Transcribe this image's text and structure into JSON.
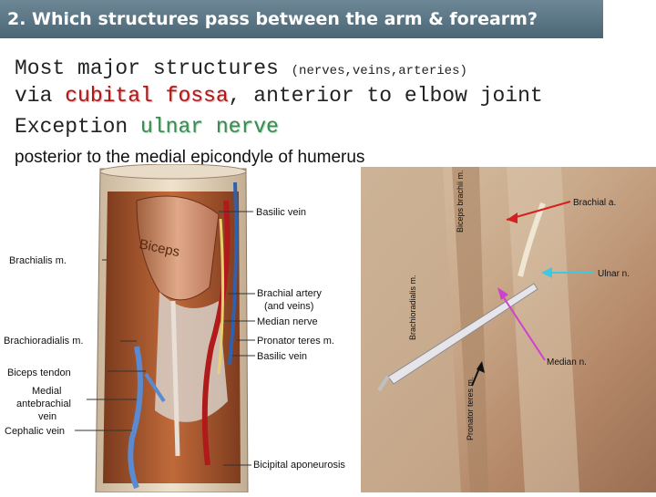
{
  "slide": {
    "title": "2. Which structures pass between the arm & forearm?",
    "line1_main": "Most major structures ",
    "line1_paren": "(nerves,veins,arteries)",
    "line2_pre": "via ",
    "line2_highlight": "cubital fossa",
    "line2_post": ", anterior to elbow joint",
    "line3_pre": "Exception ",
    "line3_highlight": "ulnar nerve",
    "line4": "posterior to the medial epicondyle of humerus"
  },
  "left_figure": {
    "biceps_muscle_text": "Biceps",
    "labels": {
      "basilic_vein_top": "Basilic vein",
      "brachialis": "Brachialis m.",
      "brachial_artery": "Brachial artery",
      "and_veins": "(and veins)",
      "median_nerve": "Median nerve",
      "brachioradialis": "Brachioradialis m.",
      "pronator_teres": "Pronator teres m.",
      "basilic_vein_bottom": "Basilic vein",
      "biceps_tendon": "Biceps tendon",
      "medial": "Medial",
      "antebrachial": "antebrachial",
      "vein": "vein",
      "cephalic_vein": "Cephalic vein",
      "bicipital_aponeurosis": "Bicipital aponeurosis"
    }
  },
  "right_figure": {
    "labels": {
      "biceps_brachii": "Biceps brachii m.",
      "brachioradialis": "Brachioradialis m.",
      "pronator_teres": "Pronator teres m.",
      "brachial_a": "Brachial a.",
      "ulnar_n": "Ulnar n.",
      "median_n": "Median n."
    },
    "arrow_colors": {
      "brachial": "#d42020",
      "ulnar": "#40c8e0",
      "median": "#d040d0"
    }
  }
}
